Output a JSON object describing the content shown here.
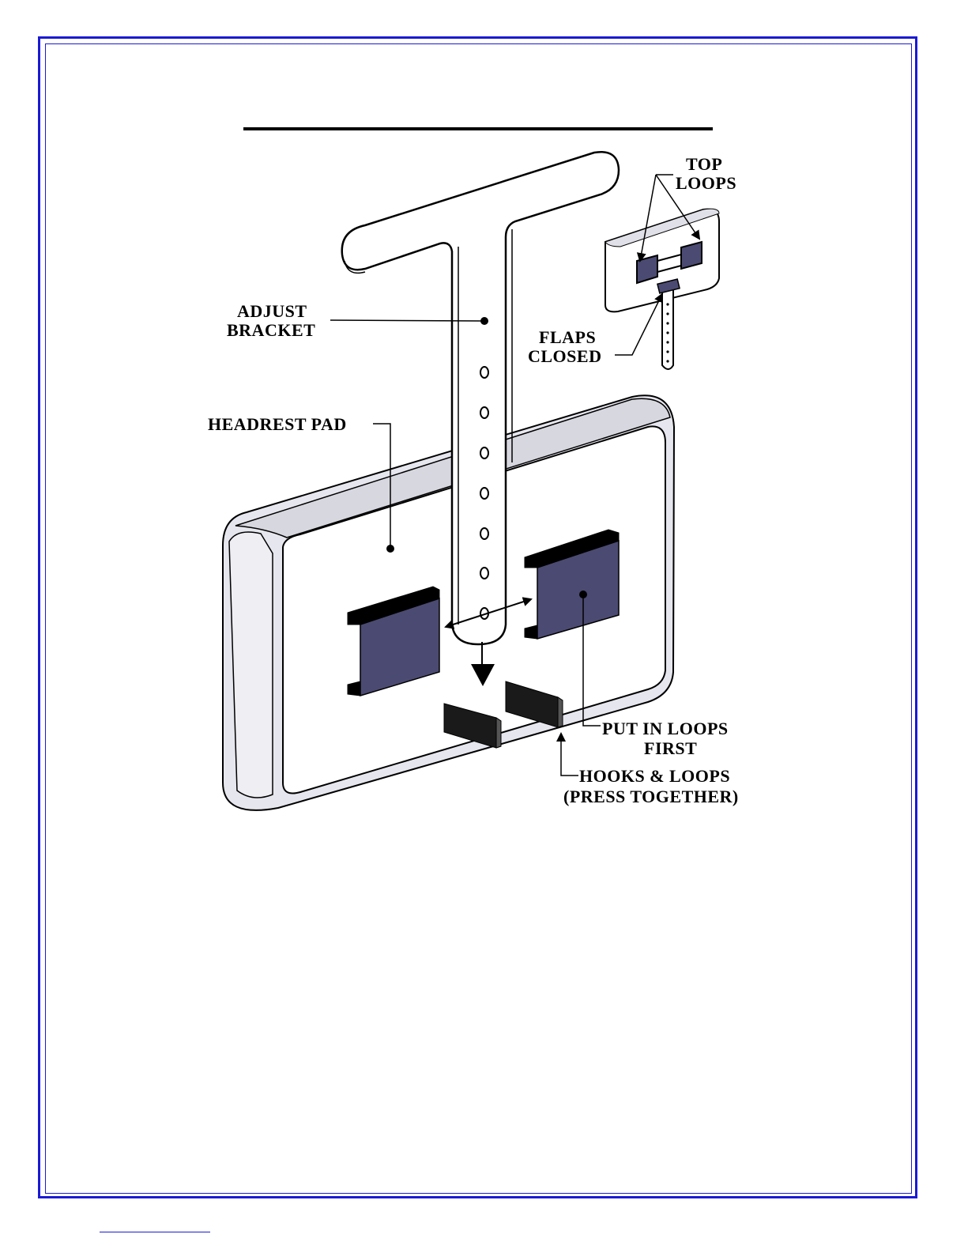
{
  "labels": {
    "top_loops_1": "TOP",
    "top_loops_2": "LOOPS",
    "adjust_bracket_1": "ADJUST",
    "adjust_bracket_2": "BRACKET",
    "flaps_closed_1": "FLAPS",
    "flaps_closed_2": "CLOSED",
    "headrest_pad": "HEADREST PAD",
    "put_in_loops_1": "PUT IN LOOPS",
    "put_in_loops_2": "FIRST",
    "hooks_loops_1": "HOOKS & LOOPS",
    "hooks_loops_2": "(PRESS TOGETHER)"
  },
  "colors": {
    "frame": "#1a1ad6",
    "loop_fill": "#4b4a72",
    "hook_fill": "#1a1a1a",
    "pad_edge": "#d8d8e0",
    "line": "#000000"
  }
}
